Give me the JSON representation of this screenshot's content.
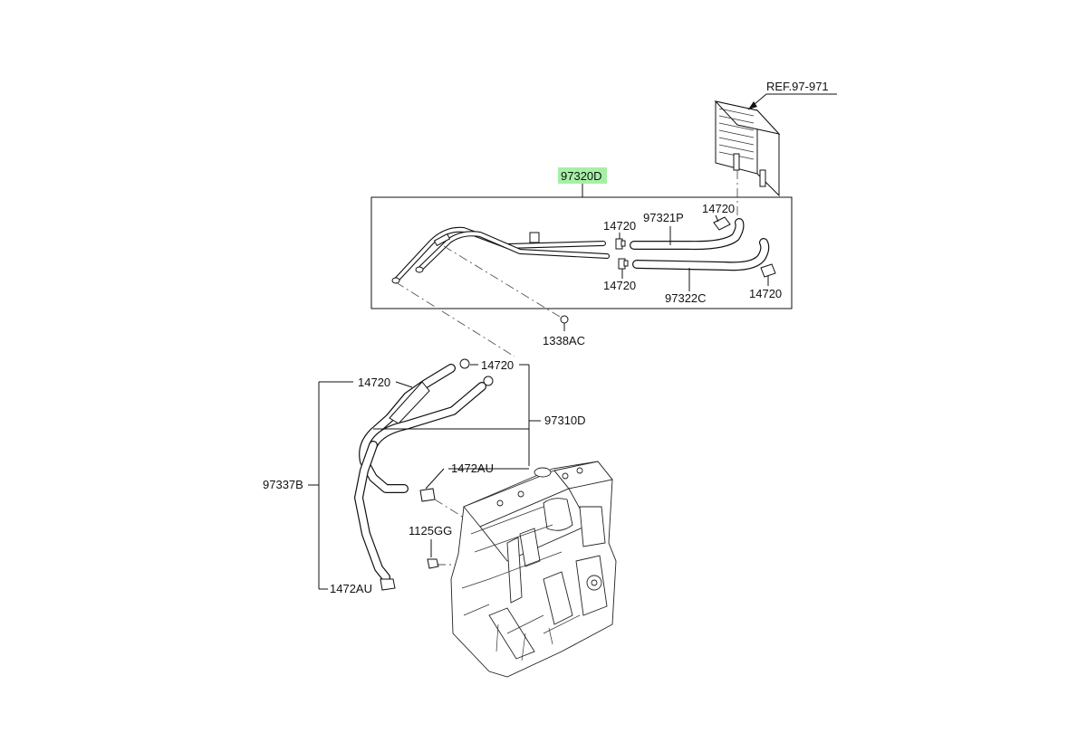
{
  "parts": {
    "ref_heater_core": "REF.97-971",
    "hose_assembly": "97320D",
    "hose_inlet": "97321P",
    "hose_outlet": "97322C",
    "clamp": "14720",
    "clip": "1338AC",
    "hose_engine_assembly": "97310D",
    "hose_bypass": "97337B",
    "clamp_au": "1472AU",
    "bolt": "1125GG"
  },
  "highlight_color": "#a6f0a6"
}
